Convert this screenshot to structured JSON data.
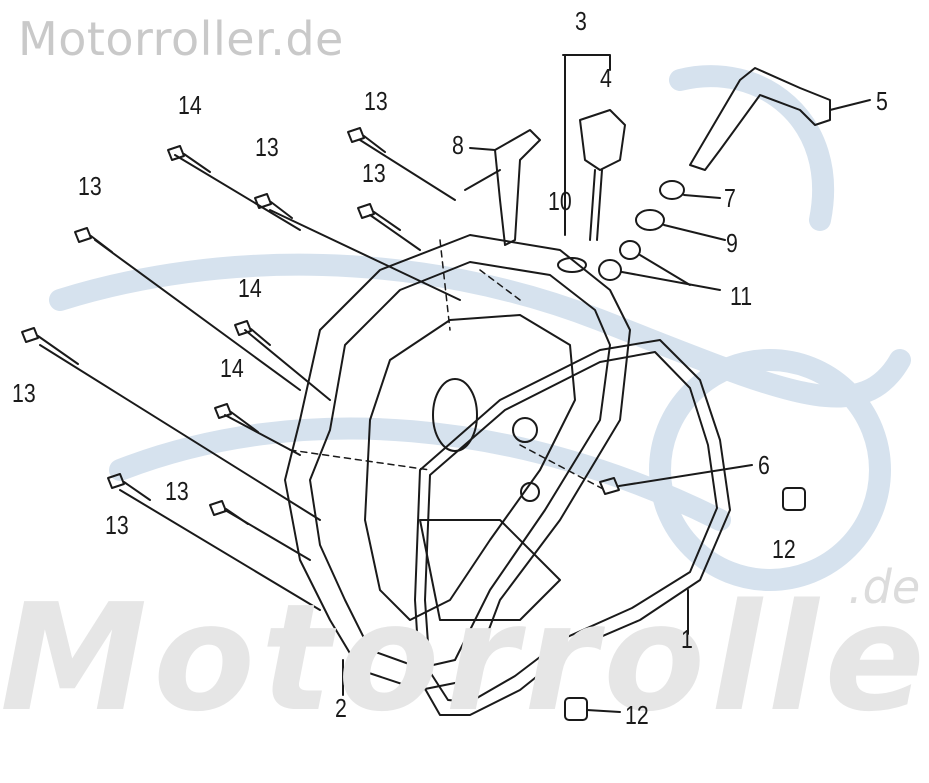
{
  "watermark": {
    "top_text": "Motorroller.de",
    "big_text": "Motorroller",
    "suffix": ".de"
  },
  "colors": {
    "line": "#1a1a1a",
    "watermark_swoosh": "#d6e2ee",
    "watermark_text": "#c9c9c9"
  },
  "callouts": {
    "c1": "1",
    "c2": "2",
    "c3": "3",
    "c4": "4",
    "c5": "5",
    "c6": "6",
    "c7": "7",
    "c8": "8",
    "c9": "9",
    "c10": "10",
    "c11": "11",
    "c12a": "12",
    "c12b": "12",
    "c13a": "13",
    "c13b": "13",
    "c13c": "13",
    "c13d": "13",
    "c13e": "13",
    "c13f": "13",
    "c13g": "13",
    "c14a": "14",
    "c14b": "14",
    "c14c": "14"
  }
}
